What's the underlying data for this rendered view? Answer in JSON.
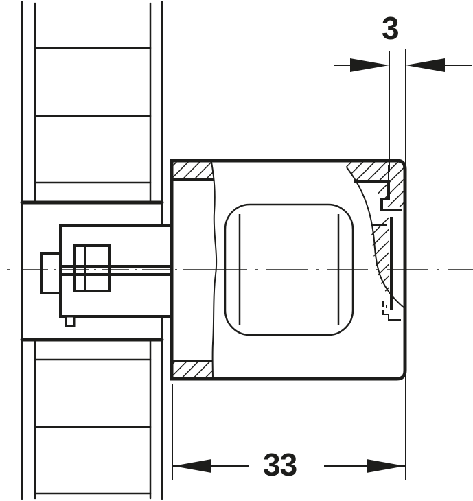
{
  "drawing": {
    "type": "technical-section-drawing",
    "subject": "cabinet connector housing mounted in panel",
    "stroke_color": "#1d1d1b",
    "background_color": "#ffffff"
  },
  "dimensions": {
    "gap": {
      "value": "3",
      "orientation": "horizontal",
      "position": "top-right"
    },
    "housing_depth": {
      "value": "33",
      "orientation": "horizontal",
      "position": "bottom"
    }
  }
}
